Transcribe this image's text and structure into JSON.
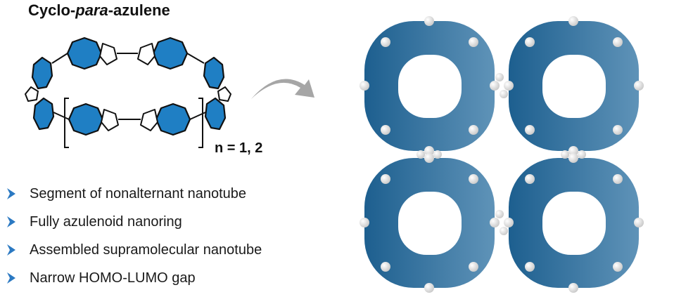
{
  "title": {
    "prefix": "Cyclo-",
    "italic": "para",
    "suffix": "-azulene"
  },
  "repeat_label": "n = 1, 2",
  "bullets": [
    {
      "text": "Segment of nonalternant nanotube"
    },
    {
      "text": "Fully azulenoid nanoring"
    },
    {
      "text": "Assembled supramolecular nanotube"
    },
    {
      "text": "Narrow HOMO-LUMO gap"
    }
  ],
  "colors": {
    "ring_blue": "#1f7fc4",
    "tube_blue": "#1d5f8f",
    "bullet_blue": "#2b79c2",
    "arrow_gray": "#a6a6a6"
  },
  "icons": {
    "bullet": "chevron-right-arrowhead-icon",
    "transition": "curved-arrow-icon"
  }
}
